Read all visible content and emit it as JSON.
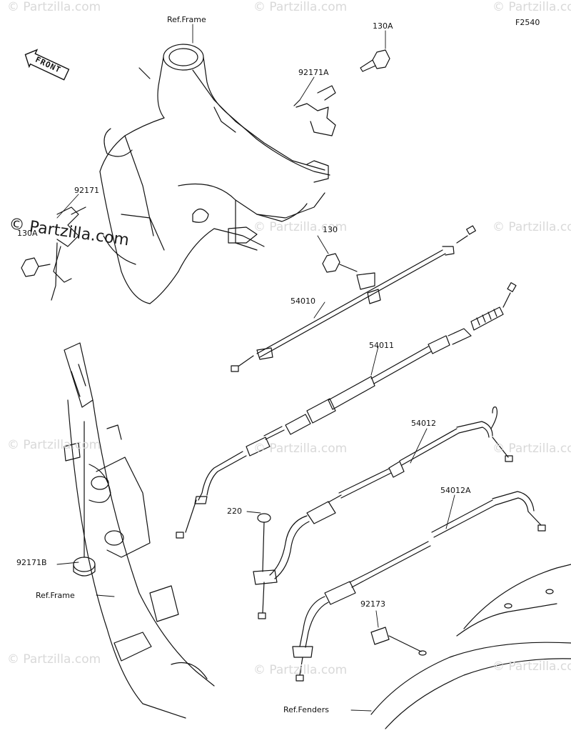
{
  "diagram_code": "F2540",
  "front_label": "FRONT",
  "watermark": "© Partzilla.com",
  "callouts": {
    "ref_frame_top": "Ref.Frame",
    "ref_frame_bottom": "Ref.Frame",
    "ref_fenders": "Ref.Fenders",
    "p130a_top": "130A",
    "p130a_left": "130A",
    "p130": "130",
    "p92171a": "92171A",
    "p92171": "92171",
    "p92171b": "92171B",
    "p54010": "54010",
    "p54011": "54011",
    "p54012": "54012",
    "p54012a": "54012A",
    "p220": "220",
    "p92173": "92173"
  }
}
